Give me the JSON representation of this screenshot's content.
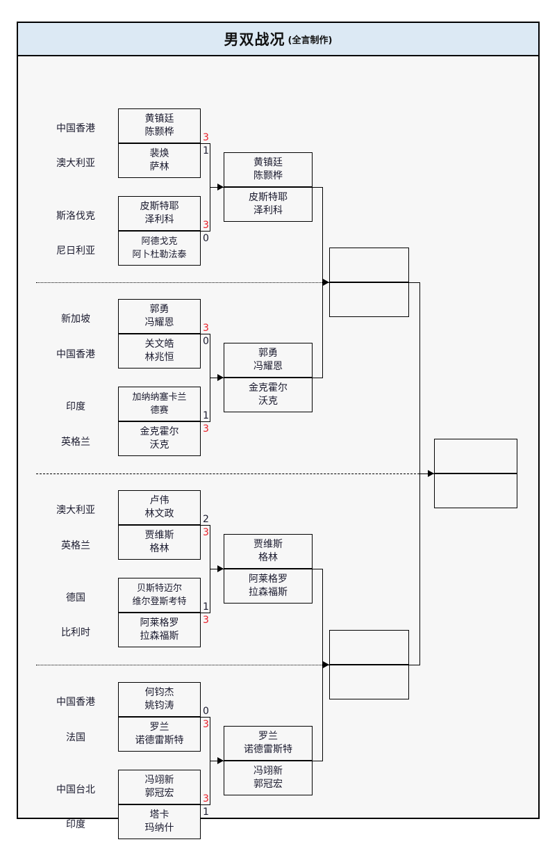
{
  "header": {
    "title_main": "男双战况",
    "title_sub": "(全言制作)",
    "bg_color": "#dce9f4"
  },
  "colors": {
    "winner_score": "#e8202a",
    "loser_score": "#1a1a2e",
    "line": "#000000",
    "canvas": "#f7f7f7"
  },
  "round1": [
    {
      "country": "中国香港",
      "p1": "黄镇廷",
      "p2": "陈颢桦",
      "score": "3",
      "result": "win"
    },
    {
      "country": "澳大利亚",
      "p1": "裴焕",
      "p2": "萨林",
      "score": "1",
      "result": "lose"
    },
    {
      "country": "斯洛伐克",
      "p1": "皮斯特耶",
      "p2": "泽利科",
      "score": "3",
      "result": "win"
    },
    {
      "country": "尼日利亚",
      "p1": "阿德戈克",
      "p2": "阿卜杜勒法泰",
      "score": "0",
      "result": "lose"
    },
    {
      "country": "新加坡",
      "p1": "郭勇",
      "p2": "冯耀恩",
      "score": "3",
      "result": "win"
    },
    {
      "country": "中国香港",
      "p1": "关文皓",
      "p2": "林兆恒",
      "score": "0",
      "result": "lose"
    },
    {
      "country": "印度",
      "p1": "加纳纳塞卡兰",
      "p2": "德赛",
      "score": "1",
      "result": "lose"
    },
    {
      "country": "英格兰",
      "p1": "金克霍尔",
      "p2": "沃克",
      "score": "3",
      "result": "win"
    },
    {
      "country": "澳大利亚",
      "p1": "卢伟",
      "p2": "林文政",
      "score": "2",
      "result": "lose"
    },
    {
      "country": "英格兰",
      "p1": "贾维斯",
      "p2": "格林",
      "score": "3",
      "result": "win"
    },
    {
      "country": "德国",
      "p1": "贝斯特迈尔",
      "p2": "维尔登斯考特",
      "score": "1",
      "result": "lose"
    },
    {
      "country": "比利时",
      "p1": "阿莱格罗",
      "p2": "拉森福斯",
      "score": "3",
      "result": "win"
    },
    {
      "country": "中国香港",
      "p1": "何钧杰",
      "p2": "姚钧涛",
      "score": "0",
      "result": "lose"
    },
    {
      "country": "法国",
      "p1": "罗兰",
      "p2": "诺德雷斯特",
      "score": "3",
      "result": "win"
    },
    {
      "country": "中国台北",
      "p1": "冯翊新",
      "p2": "郭冠宏",
      "score": "3",
      "result": "win"
    },
    {
      "country": "印度",
      "p1": "塔卡",
      "p2": "玛纳什",
      "score": "1",
      "result": "lose"
    }
  ],
  "round2": [
    {
      "p1": "黄镇廷",
      "p2": "陈颢桦"
    },
    {
      "p1": "皮斯特耶",
      "p2": "泽利科"
    },
    {
      "p1": "郭勇",
      "p2": "冯耀恩"
    },
    {
      "p1": "金克霍尔",
      "p2": "沃克"
    },
    {
      "p1": "贾维斯",
      "p2": "格林"
    },
    {
      "p1": "阿莱格罗",
      "p2": "拉森福斯"
    },
    {
      "p1": "罗兰",
      "p2": "诺德雷斯特"
    },
    {
      "p1": "冯翊新",
      "p2": "郭冠宏"
    }
  ],
  "round3": [
    {
      "p1": "",
      "p2": ""
    },
    {
      "p1": "",
      "p2": ""
    },
    {
      "p1": "",
      "p2": ""
    },
    {
      "p1": "",
      "p2": ""
    }
  ],
  "final": [
    {
      "p1": "",
      "p2": ""
    },
    {
      "p1": "",
      "p2": ""
    }
  ]
}
